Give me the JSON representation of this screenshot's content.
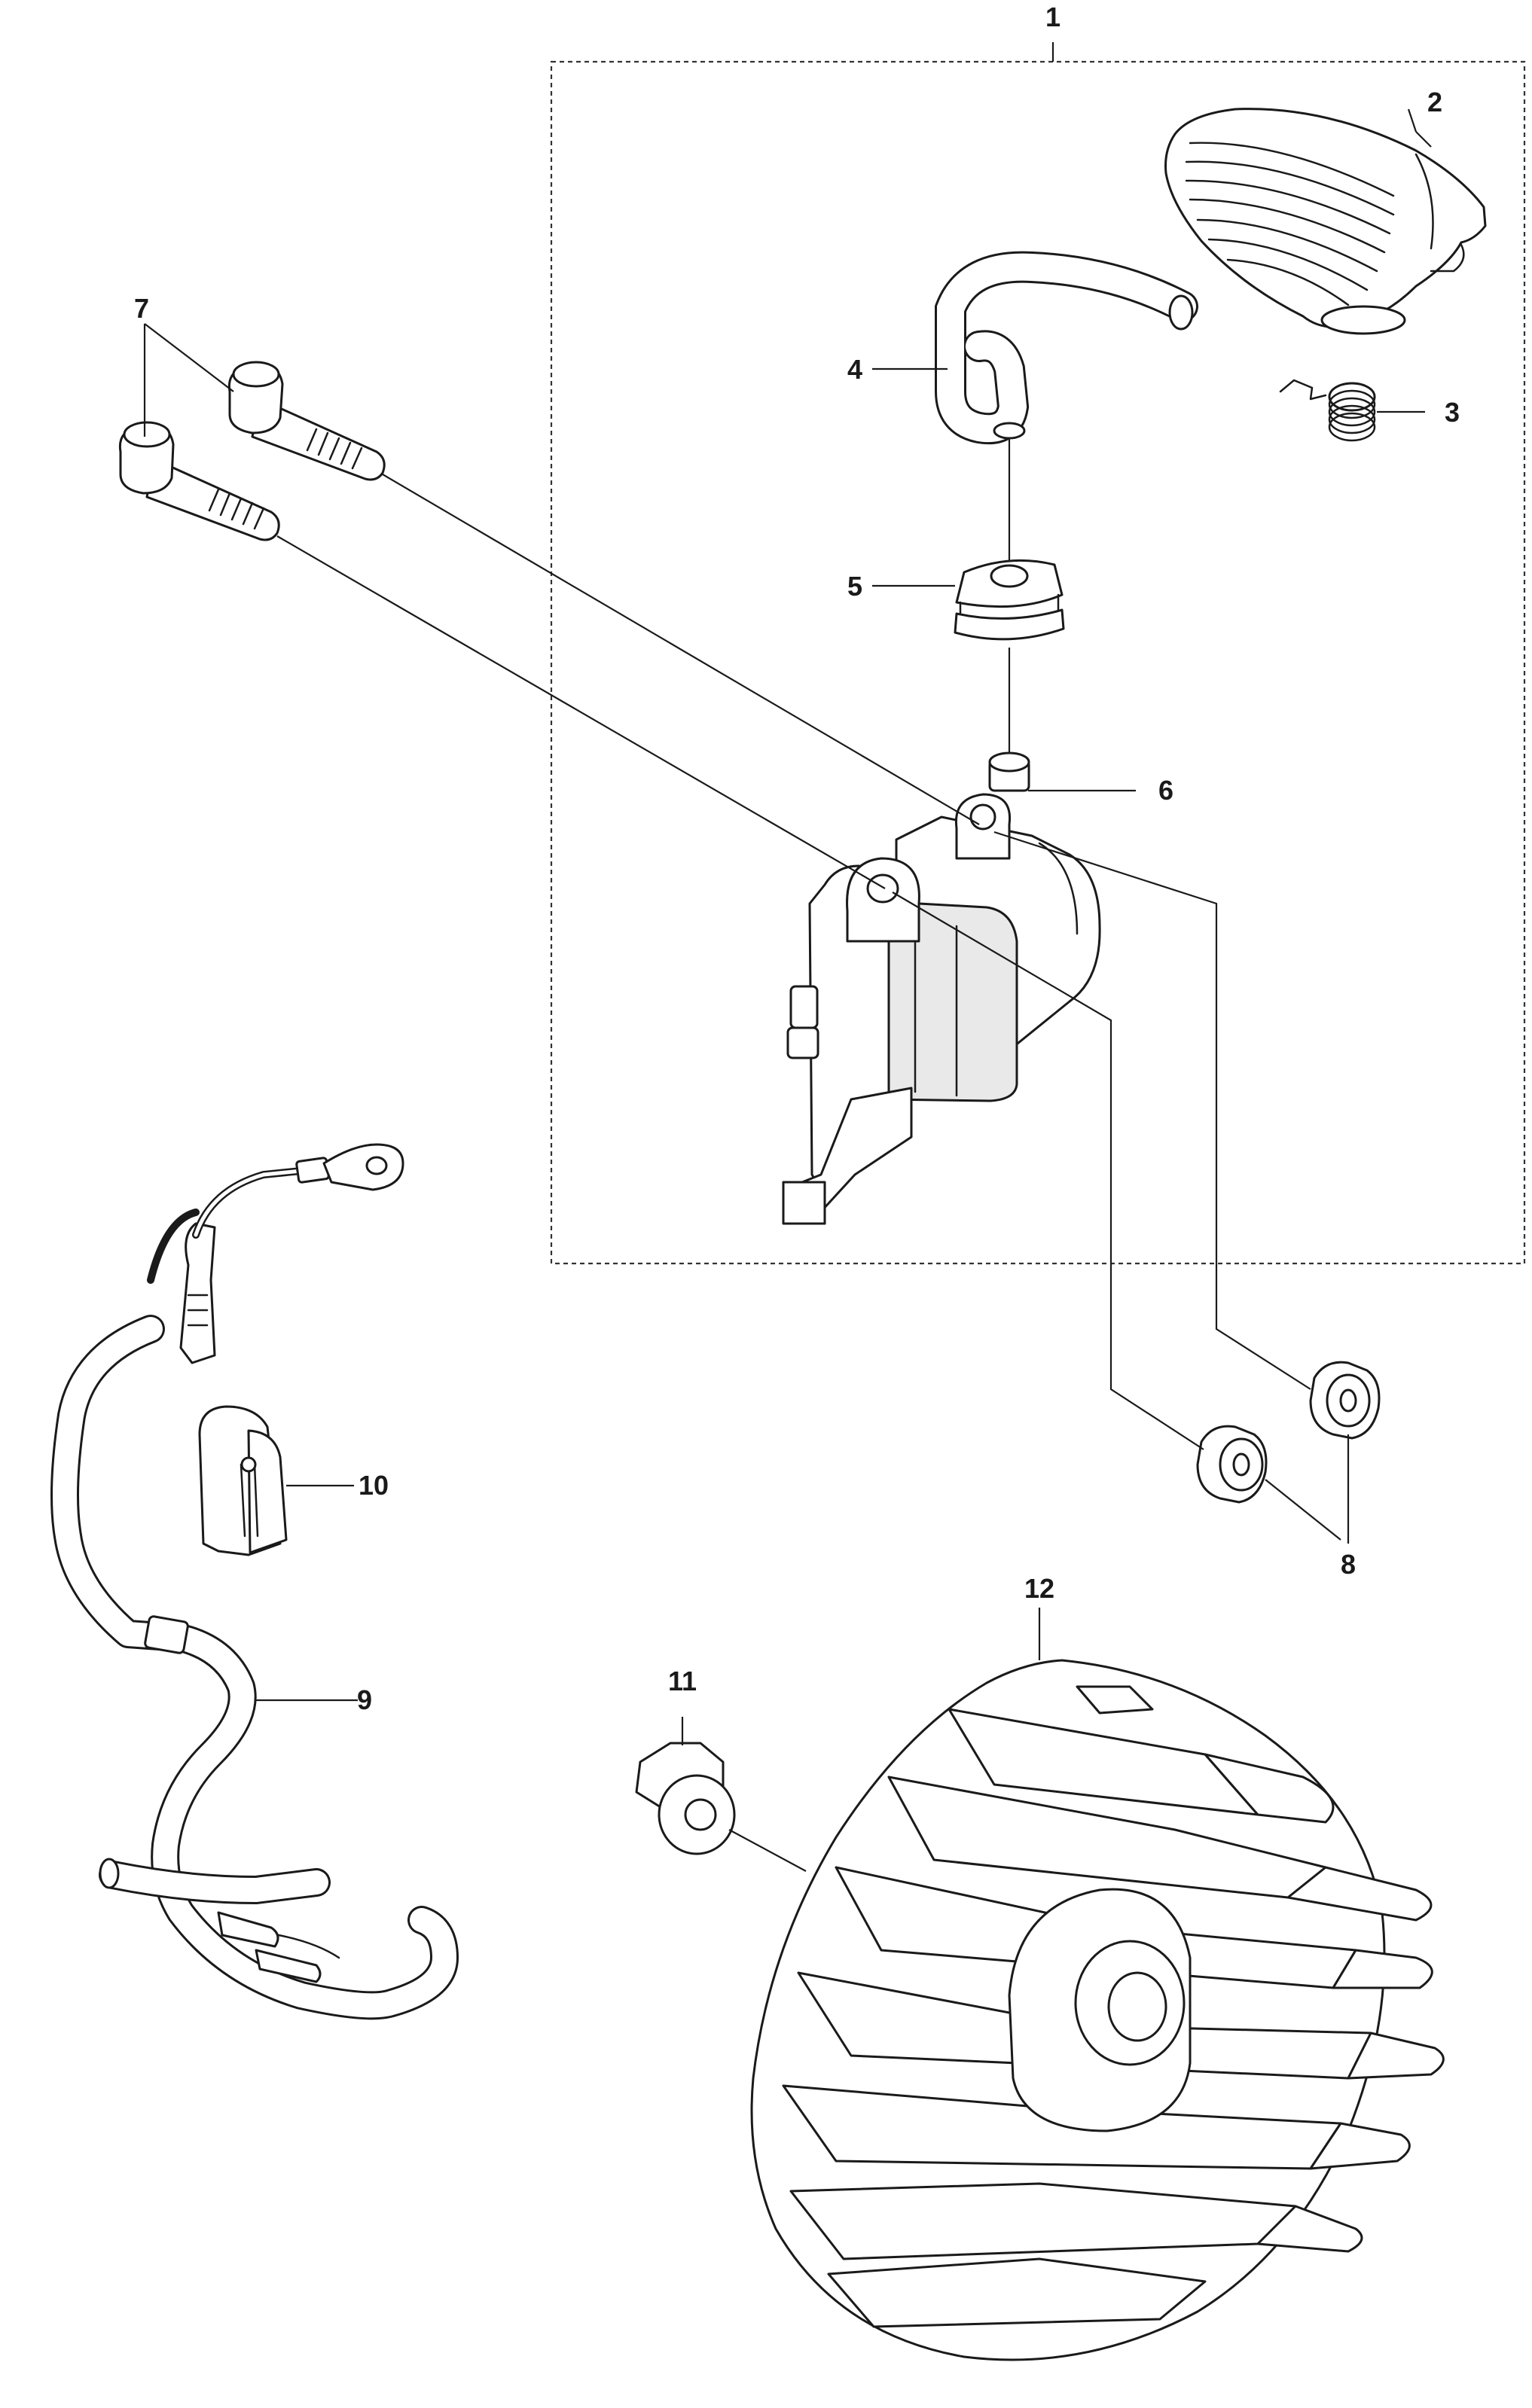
{
  "callouts": {
    "p1": "1",
    "p2": "2",
    "p3": "3",
    "p4": "4",
    "p5": "5",
    "p6": "6",
    "p7": "7",
    "p8": "8",
    "p9": "9",
    "p10": "10",
    "p11": "11",
    "p12": "12"
  },
  "colors": {
    "line": "#1a1a1a",
    "background": "#ffffff"
  }
}
